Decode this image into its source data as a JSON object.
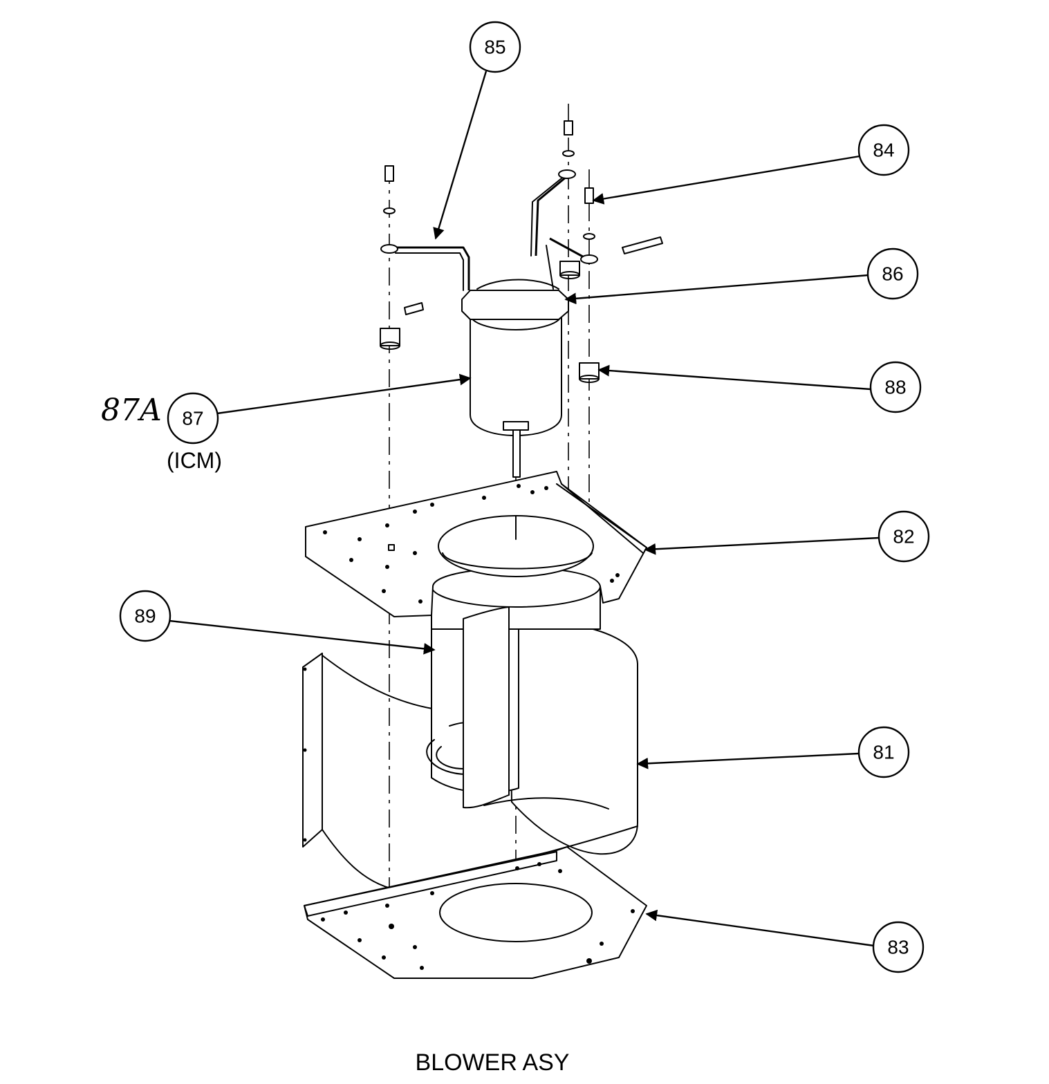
{
  "title": "BLOWER ASY",
  "handwritten_note": "87A",
  "callouts": [
    {
      "id": "c85",
      "label": "85"
    },
    {
      "id": "c84",
      "label": "84"
    },
    {
      "id": "c86",
      "label": "86"
    },
    {
      "id": "c88",
      "label": "88"
    },
    {
      "id": "c87",
      "label": "87",
      "sublabel": "(ICM)"
    },
    {
      "id": "c82",
      "label": "82"
    },
    {
      "id": "c89",
      "label": "89"
    },
    {
      "id": "c81",
      "label": "81"
    },
    {
      "id": "c83",
      "label": "83"
    }
  ]
}
